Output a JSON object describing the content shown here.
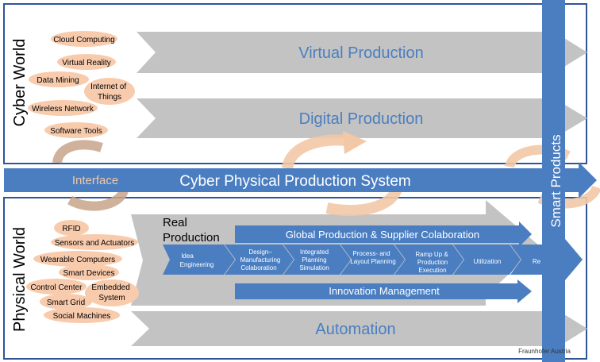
{
  "cyber_world": {
    "title": "Cyber World",
    "tags": [
      "Cloud Computing",
      "Virtual Reality",
      "Data Mining",
      "Internet of",
      "Things",
      "Wireless Network",
      "Software Tools"
    ]
  },
  "physical_world": {
    "title": "Physical World",
    "tags": [
      "RFID",
      "Sensors and Actuators",
      "Wearable Computers",
      "Smart Devices",
      "Control Center",
      "Embedded",
      "System",
      "Smart Grid",
      "Social Machines"
    ]
  },
  "arrows": {
    "virtual_production": "Virtual Production",
    "digital_production": "Digital Production",
    "automation": "Automation",
    "global_production": "Global Production & Supplier Colaboration",
    "innovation_management": "Innovation Management"
  },
  "cpps": {
    "title": "Cyber Physical Production System",
    "interface": "Interface"
  },
  "real_production": {
    "line1": "Real",
    "line2": "Production"
  },
  "process_steps": [
    [
      "Idea",
      "Engineering"
    ],
    [
      "Design–",
      "Manufacturing",
      "Colaboration"
    ],
    [
      "Integrated",
      "Planning",
      "Simulation"
    ],
    [
      "Process- and",
      "Layout Planning"
    ],
    [
      "Ramp Up &",
      "Production",
      "Execution"
    ],
    [
      "Utilization"
    ],
    [
      "Re"
    ]
  ],
  "smart_products": "Smart Products",
  "credit": "Fraunhofer Austria",
  "colors": {
    "frame": "#2f5597",
    "blue": "#4a7ec1",
    "gray_arrow": "#c3c3c3",
    "tag_fill": "#f8cbad",
    "cycle": "#c8a48a",
    "text_blue": "#4a7ec1",
    "white": "#ffffff"
  }
}
